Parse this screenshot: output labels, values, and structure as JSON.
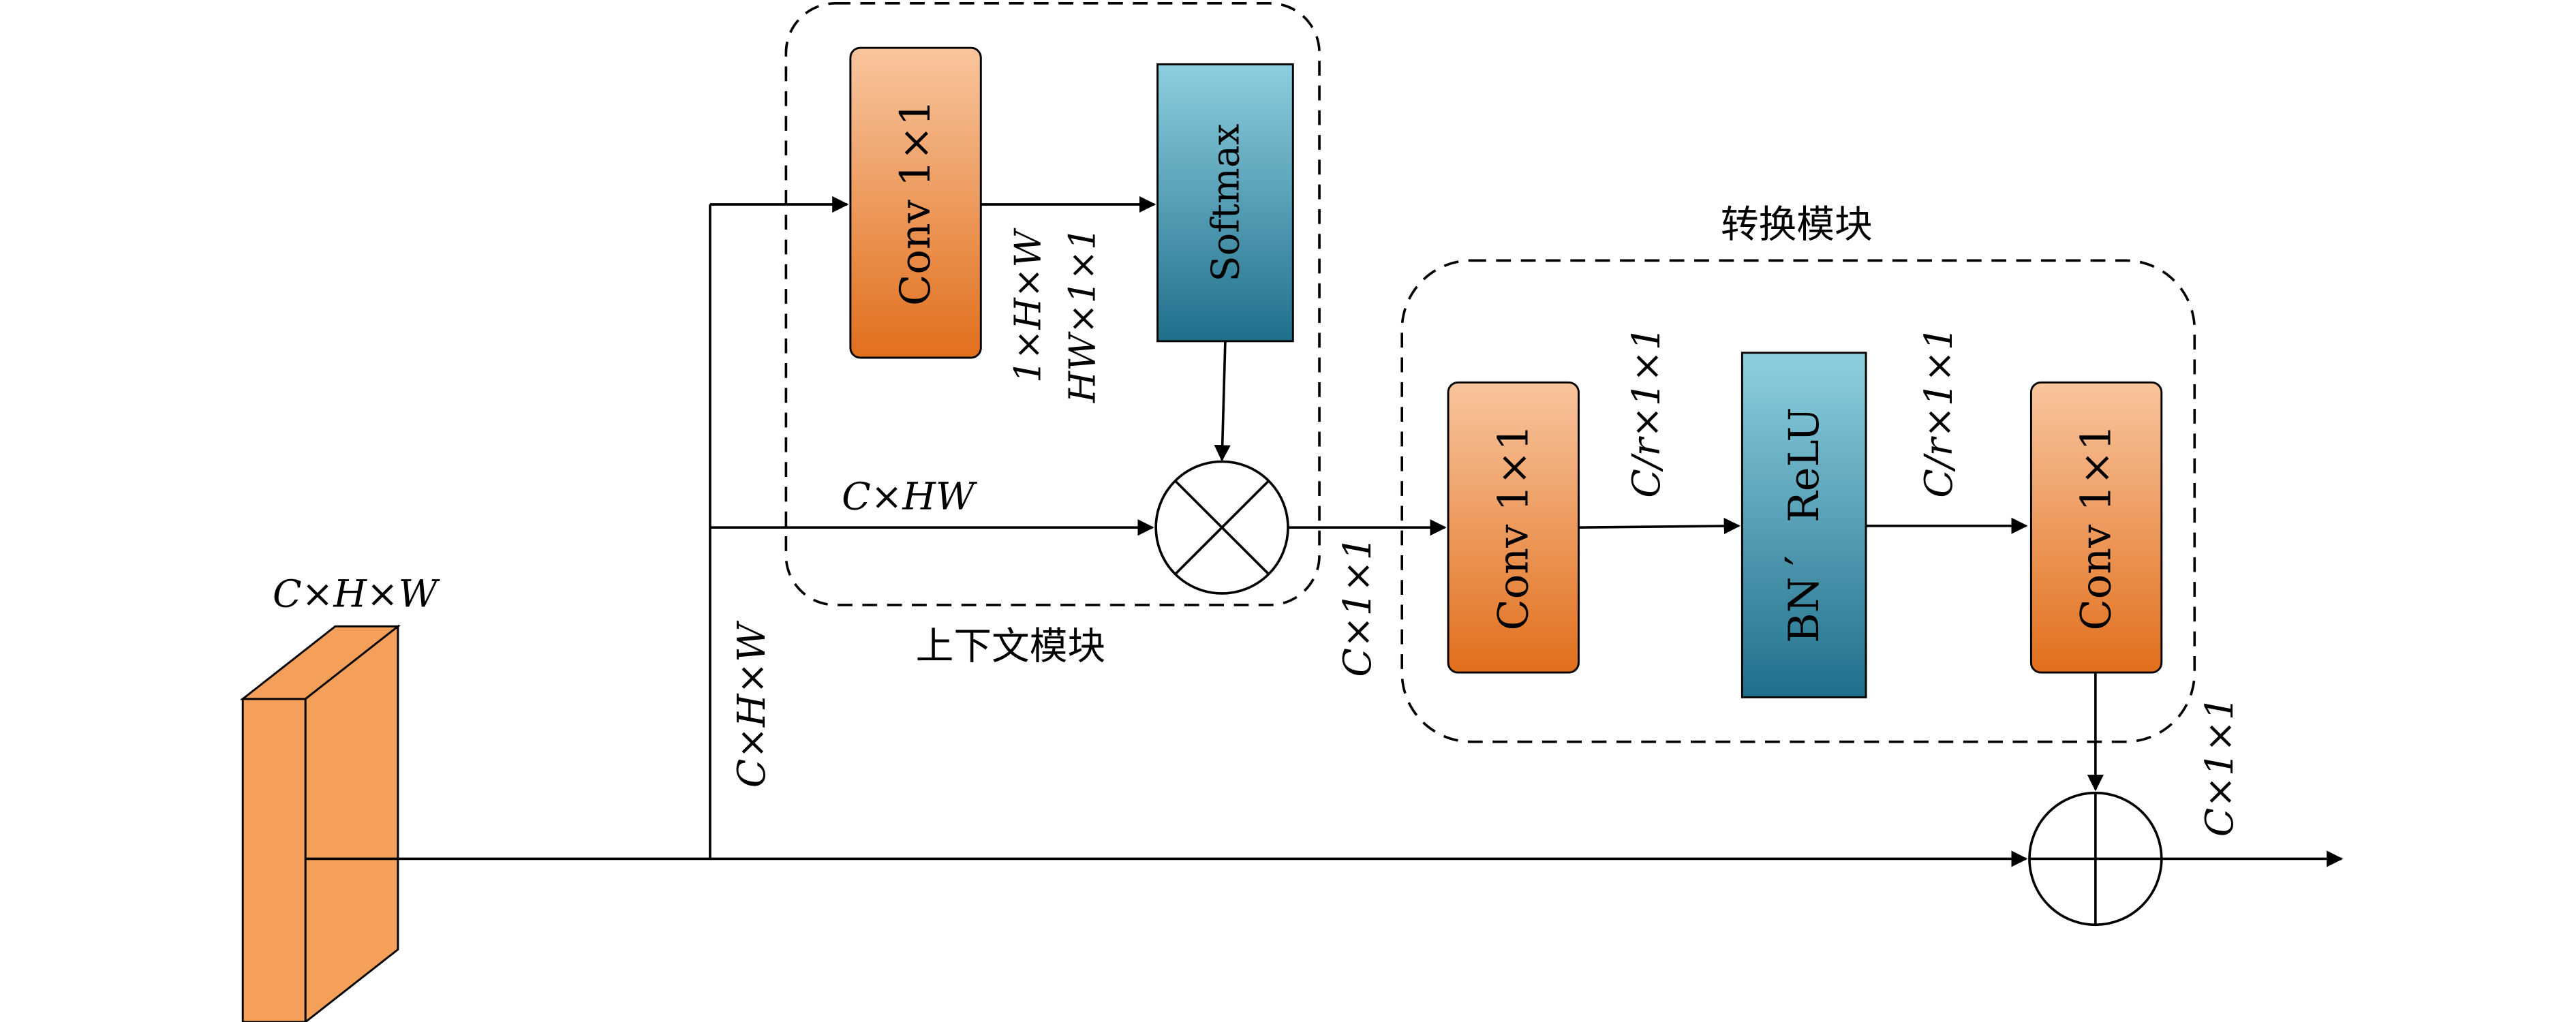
{
  "labels": {
    "input_dims": "C×H×W",
    "context_module": "上下文模块",
    "transform_module": "转换模块",
    "conv_label": "Conv 1×1",
    "softmax_label": "Softmax",
    "bn_label": "BN",
    "relu_label": "ReLU",
    "prime": "′",
    "attn_dims_1": "1×H×W",
    "attn_dims_2": "HW×1×1",
    "flat_dims": "C×HW",
    "branch_dims": "C×H×W",
    "pooled_dims": "C×1×1",
    "reduced_dims_1": "C/r×1×1",
    "reduced_dims_2": "C/r×1×1",
    "output_dims": "C×1×1"
  },
  "colors": {
    "orange_light": "#f8c59e",
    "orange_dark": "#e16f1c",
    "cube_front": "#f4a05a",
    "blue_light": "#8dcfe0",
    "blue_dark": "#1f6f8b",
    "line": "#000000"
  }
}
